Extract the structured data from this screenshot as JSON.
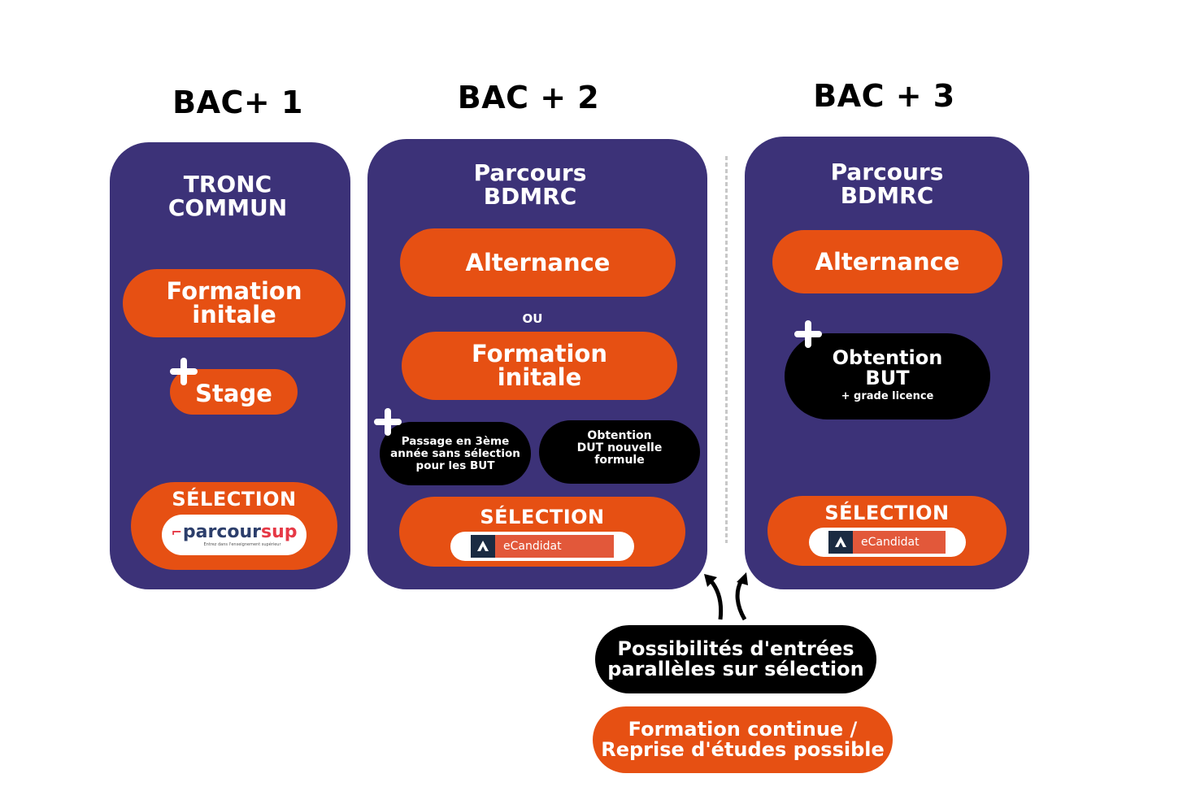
{
  "columns": [
    {
      "heading": "BAC+ 1",
      "panel_title_line1": "TRONC",
      "panel_title_line2": "COMMUN",
      "formation": {
        "line1": "Formation",
        "line2": "initale"
      },
      "stage": "Stage",
      "selection": {
        "label": "SÉLECTION",
        "platform": "parcoursup",
        "platform_part1": "parcour",
        "platform_part2": "sup",
        "tagline": "Entrez dans l'enseignement supérieur"
      }
    },
    {
      "heading": "BAC + 2",
      "panel_title_line1": "Parcours",
      "panel_title_line2": "BDMRC",
      "alternance": "Alternance",
      "ou": "OU",
      "formation": {
        "line1": "Formation",
        "line2": "initale"
      },
      "passage": {
        "line1": "Passage en 3ème",
        "line2": "année sans sélection",
        "line3": "pour les BUT"
      },
      "obtention": {
        "line1": "Obtention",
        "line2": "DUT nouvelle",
        "line3": "formule"
      },
      "selection": {
        "label": "SÉLECTION",
        "platform": "eCandidat"
      }
    },
    {
      "heading": "BAC + 3",
      "panel_title_line1": "Parcours",
      "panel_title_line2": "BDMRC",
      "alternance": "Alternance",
      "obtention": {
        "line1": "Obtention",
        "line2": "BUT",
        "line3": "+ grade licence"
      },
      "selection": {
        "label": "SÉLECTION",
        "platform": "eCandidat"
      }
    }
  ],
  "footer": {
    "parallel": {
      "line1": "Possibilités d'entrées",
      "line2": "parallèles sur sélection"
    },
    "continue": {
      "line1": "Formation continue /",
      "line2": "Reprise d'études possible"
    }
  },
  "colors": {
    "panel": "#3c3278",
    "accent": "#e65013",
    "dark": "#000000",
    "text_light": "#ffffff"
  }
}
